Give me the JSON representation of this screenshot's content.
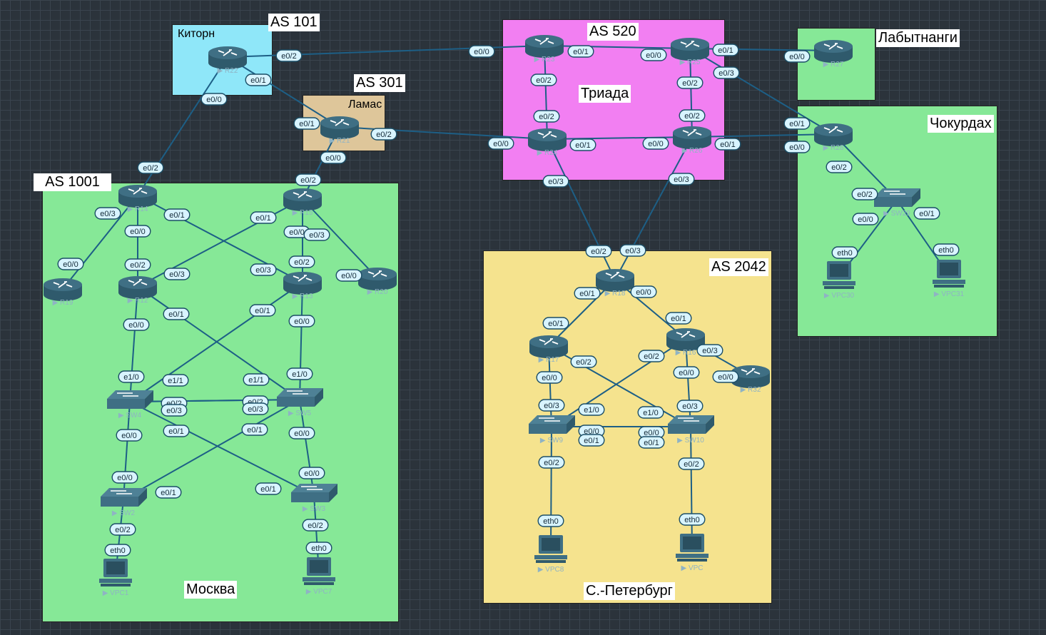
{
  "colors": {
    "background": "#2b333b",
    "link": "#1d5f86",
    "device": "#3f6f84",
    "zone_moscow": "#86e897",
    "zone_kitorn": "#8fe7f9",
    "zone_lamas": "#dec69a",
    "zone_triada": "#f27ff2",
    "zone_spb": "#f5e38e"
  },
  "zones": {
    "moscow": {
      "name": "Москва",
      "as": "AS 1001"
    },
    "kitorn": {
      "name": "Киторн",
      "as": "AS 101"
    },
    "lamas": {
      "name": "Ламас",
      "as": "AS 301"
    },
    "triada": {
      "name": "Триада",
      "as": "AS 520"
    },
    "spb": {
      "name": "С.-Петербург",
      "as": "AS 2042"
    },
    "labytnangi": {
      "name": "Лабытнанги"
    },
    "chokurdakh": {
      "name": "Чокурдах"
    }
  },
  "devices": [
    {
      "id": "r22",
      "type": "router",
      "name": "R22"
    },
    {
      "id": "r21",
      "type": "router",
      "name": "R21"
    },
    {
      "id": "r23",
      "type": "router",
      "name": "R23"
    },
    {
      "id": "r25",
      "type": "router",
      "name": "R25"
    },
    {
      "id": "r24",
      "type": "router",
      "name": "R24"
    },
    {
      "id": "r26",
      "type": "router",
      "name": "R26"
    },
    {
      "id": "r27",
      "type": "router",
      "name": "R27"
    },
    {
      "id": "r28",
      "type": "router",
      "name": "R28"
    },
    {
      "id": "sw29",
      "type": "switch",
      "name": "SW29"
    },
    {
      "id": "vpc30",
      "type": "pc",
      "name": "VPC30"
    },
    {
      "id": "vpc31",
      "type": "pc",
      "name": "VPC31"
    },
    {
      "id": "r14",
      "type": "router",
      "name": "R14"
    },
    {
      "id": "r15",
      "type": "router",
      "name": "R15"
    },
    {
      "id": "r19",
      "type": "router",
      "name": "R19"
    },
    {
      "id": "r12",
      "type": "router",
      "name": "R12"
    },
    {
      "id": "r13",
      "type": "router",
      "name": "R13"
    },
    {
      "id": "r20",
      "type": "router",
      "name": "R20"
    },
    {
      "id": "sw4",
      "type": "switch",
      "name": "SW4"
    },
    {
      "id": "sw5",
      "type": "switch",
      "name": "SW5"
    },
    {
      "id": "sw2",
      "type": "switch",
      "name": "SW2"
    },
    {
      "id": "sw3",
      "type": "switch",
      "name": "SW3"
    },
    {
      "id": "vpc1",
      "type": "pc",
      "name": "VPC1"
    },
    {
      "id": "vpc7",
      "type": "pc",
      "name": "VPC7"
    },
    {
      "id": "r18",
      "type": "router",
      "name": "R18"
    },
    {
      "id": "r17",
      "type": "router",
      "name": "R17"
    },
    {
      "id": "r16",
      "type": "router",
      "name": "R16"
    },
    {
      "id": "r32",
      "type": "router",
      "name": "R32"
    },
    {
      "id": "sw9",
      "type": "switch",
      "name": "SW9"
    },
    {
      "id": "sw10",
      "type": "switch",
      "name": "SW10"
    },
    {
      "id": "vpc8",
      "type": "pc",
      "name": "VPC8"
    },
    {
      "id": "vpc",
      "type": "pc",
      "name": "VPC"
    }
  ],
  "links": [
    {
      "a": "r22",
      "b": "r23",
      "a_if": "e0/2",
      "b_if": "e0/0"
    },
    {
      "a": "r22",
      "b": "r21",
      "a_if": "e0/1",
      "b_if": "e0/1"
    },
    {
      "a": "r22",
      "b": "r14",
      "a_if": "e0/0",
      "b_if": "e0/2"
    },
    {
      "a": "r21",
      "b": "r24",
      "a_if": "e0/2",
      "b_if": "e0/0"
    },
    {
      "a": "r21",
      "b": "r15",
      "a_if": "e0/0",
      "b_if": "e0/2"
    },
    {
      "a": "r23",
      "b": "r25",
      "a_if": "e0/1",
      "b_if": "e0/0"
    },
    {
      "a": "r23",
      "b": "r24",
      "a_if": "e0/2",
      "b_if": "e0/2"
    },
    {
      "a": "r25",
      "b": "r26",
      "a_if": "e0/2",
      "b_if": "e0/2"
    },
    {
      "a": "r24",
      "b": "r26",
      "a_if": "e0/1",
      "b_if": "e0/0"
    },
    {
      "a": "r25",
      "b": "r27",
      "a_if": "e0/1",
      "b_if": "e0/0"
    },
    {
      "a": "r25",
      "b": "r28",
      "a_if": "e0/3",
      "b_if": "e0/1"
    },
    {
      "a": "r26",
      "b": "r28",
      "a_if": "e0/1",
      "b_if": "e0/0"
    },
    {
      "a": "r24",
      "b": "r18",
      "a_if": "e0/3",
      "b_if": "e0/2"
    },
    {
      "a": "r26",
      "b": "r18",
      "a_if": "e0/3",
      "b_if": "e0/3"
    },
    {
      "a": "r28",
      "b": "sw29",
      "a_if": "e0/2",
      "b_if": "e0/2"
    },
    {
      "a": "sw29",
      "b": "vpc30",
      "a_if": "e0/0",
      "b_if": "eth0"
    },
    {
      "a": "sw29",
      "b": "vpc31",
      "a_if": "e0/1",
      "b_if": "eth0"
    },
    {
      "a": "r14",
      "b": "r19",
      "a_if": "e0/3",
      "b_if": "e0/0"
    },
    {
      "a": "r14",
      "b": "r12",
      "a_if": "e0/0",
      "b_if": "e0/2"
    },
    {
      "a": "r14",
      "b": "r13",
      "a_if": "e0/1",
      "b_if": "e0/3"
    },
    {
      "a": "r15",
      "b": "r12",
      "a_if": "e0/1",
      "b_if": "e0/3"
    },
    {
      "a": "r15",
      "b": "r13",
      "a_if": "e0/0",
      "b_if": "e0/2"
    },
    {
      "a": "r15",
      "b": "r20",
      "a_if": "e0/3",
      "b_if": "e0/0"
    },
    {
      "a": "r12",
      "b": "sw4",
      "a_if": "e0/0",
      "b_if": "e1/0"
    },
    {
      "a": "r12",
      "b": "sw5",
      "a_if": "e0/1",
      "b_if": "e1/1"
    },
    {
      "a": "r13",
      "b": "sw4",
      "a_if": "e0/1",
      "b_if": "e1/1"
    },
    {
      "a": "r13",
      "b": "sw5",
      "a_if": "e0/0",
      "b_if": "e1/0"
    },
    {
      "a": "sw4",
      "b": "sw5",
      "a_if": "e0/2",
      "b_if": "e0/2"
    },
    {
      "a": "sw4",
      "b": "sw5",
      "a_if": "e0/3",
      "b_if": "e0/3"
    },
    {
      "a": "sw4",
      "b": "sw2",
      "a_if": "e0/0",
      "b_if": "e0/0"
    },
    {
      "a": "sw4",
      "b": "sw3",
      "a_if": "e0/1",
      "b_if": "e0/1"
    },
    {
      "a": "sw5",
      "b": "sw2",
      "a_if": "e0/1",
      "b_if": "e0/1"
    },
    {
      "a": "sw5",
      "b": "sw3",
      "a_if": "e0/0",
      "b_if": "e0/0"
    },
    {
      "a": "sw2",
      "b": "vpc1",
      "a_if": "e0/2",
      "b_if": "eth0"
    },
    {
      "a": "sw3",
      "b": "vpc7",
      "a_if": "e0/2",
      "b_if": "eth0"
    },
    {
      "a": "r18",
      "b": "r17",
      "a_if": "e0/1",
      "b_if": "e0/1"
    },
    {
      "a": "r18",
      "b": "r16",
      "a_if": "e0/0",
      "b_if": "e0/1"
    },
    {
      "a": "r17",
      "b": "sw9",
      "a_if": "e0/0",
      "b_if": "e0/3"
    },
    {
      "a": "r17",
      "b": "sw10",
      "a_if": "e0/2",
      "b_if": "e1/0"
    },
    {
      "a": "r16",
      "b": "sw9",
      "a_if": "e0/2",
      "b_if": "e1/0"
    },
    {
      "a": "r16",
      "b": "sw10",
      "a_if": "e0/0",
      "b_if": "e0/3"
    },
    {
      "a": "r16",
      "b": "r32",
      "a_if": "e0/3",
      "b_if": "e0/0"
    },
    {
      "a": "sw9",
      "b": "sw10",
      "a_if": "e0/0",
      "b_if": "e0/0"
    },
    {
      "a": "sw9",
      "b": "sw10",
      "a_if": "e0/1",
      "b_if": "e0/1"
    },
    {
      "a": "sw9",
      "b": "vpc8",
      "a_if": "e0/2",
      "b_if": "eth0"
    },
    {
      "a": "sw10",
      "b": "vpc",
      "a_if": "e0/2",
      "b_if": "eth0"
    }
  ]
}
